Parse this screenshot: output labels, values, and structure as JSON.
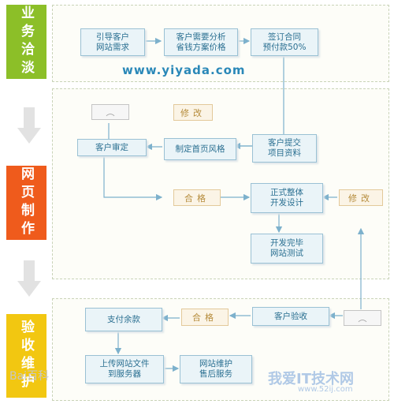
{
  "stages": [
    {
      "label": "业务洽淡",
      "color": "#8cbf28"
    },
    {
      "label": "网页制作",
      "color": "#ef5b1c"
    },
    {
      "label": "验收维护",
      "color": "#f2c711"
    }
  ],
  "website": "www.yiyada.com",
  "nodes": {
    "n1": "引导客户\n网站需求",
    "n2": "客户需要分析\n省钱方案价格",
    "n3": "签订合同\n预付款50%",
    "n4": "客户提交\n项目资料",
    "n5": "制定首页风格",
    "n6": "客户审定",
    "n7": "正式整体\n开发设计",
    "n8": "开发完毕\n网站测试",
    "n9": "客户验收",
    "n10": "支付余款",
    "n11": "上传网站文件\n到服务器",
    "n12": "网站维护\n售后服务"
  },
  "tags": {
    "modify1": "修改",
    "modify2": "修改",
    "pass1": "合格",
    "pass2": "合格"
  },
  "sad_face": "︵",
  "watermarks": {
    "baidu": "Bai百科",
    "site_name": "我爱IT技术网",
    "site_url": "www.52ij.com"
  },
  "colors": {
    "accent": "#2a6f91",
    "border": "#9ac1d4",
    "arrow": "#7db1cc"
  }
}
